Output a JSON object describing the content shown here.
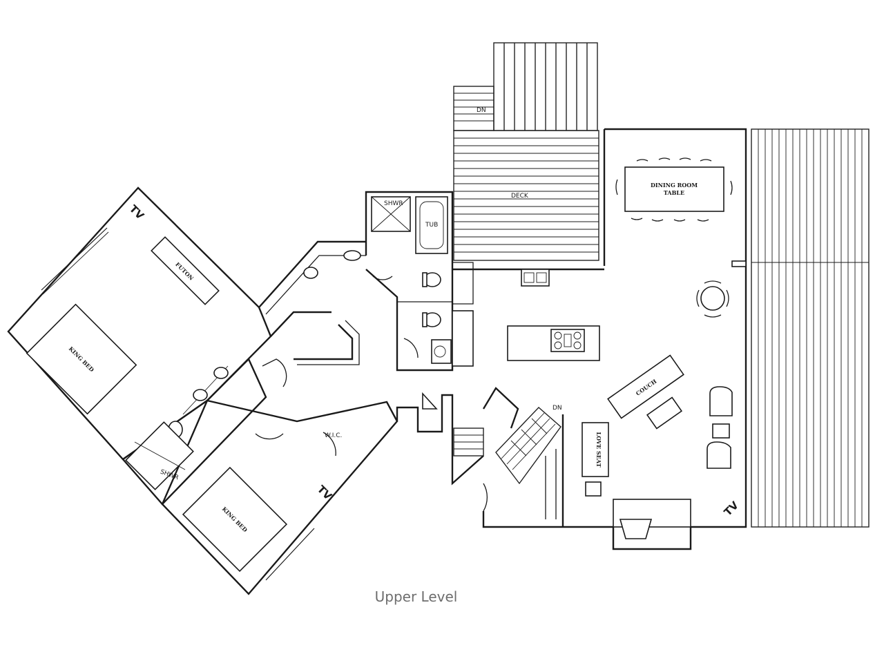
{
  "floor_plan": {
    "caption": "Upper Level",
    "labels": {
      "futon": "FUTON",
      "king_bed_top": "KING BED",
      "king_bed_bottom": "KING BED",
      "tv_top_bedroom": "TV",
      "tv_bottom_bedroom": "TV",
      "tv_living": "TV",
      "shower_top": "SHWR",
      "shower_bottom": "SHWR",
      "tub": "TUB",
      "deck": "DECK",
      "dn_deck_stairs": "DN",
      "dn_stairs": "DN",
      "dining_table_line1": "DINING ROOM",
      "dining_table_line2": "TABLE",
      "couch": "COUCH",
      "love_seat": "LOVE SEAT",
      "walk_in_closet": "W.I.C."
    },
    "colors": {
      "ink": "#1a1a1a",
      "caption": "#6d6d6d",
      "paper": "#ffffff"
    }
  }
}
